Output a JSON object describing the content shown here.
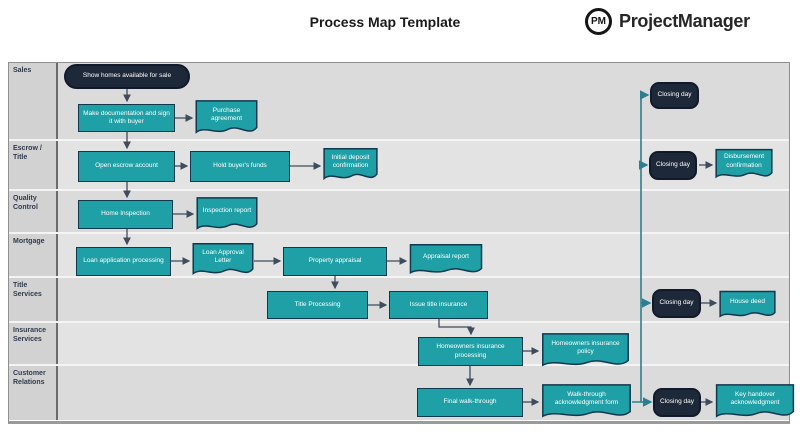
{
  "header": {
    "title": "Process Map Template",
    "logo_monogram": "PM",
    "brand": "ProjectManager"
  },
  "lanes": [
    {
      "label": "Sales"
    },
    {
      "label": "Escrow / Title"
    },
    {
      "label": "Quality Control"
    },
    {
      "label": "Mortgage"
    },
    {
      "label": "Title Services"
    },
    {
      "label": "Insurance Services"
    },
    {
      "label": "Customer Relations"
    }
  ],
  "nodes": {
    "show_homes": "Show homes available for sale",
    "make_documentation": "Make documentation and sign it with buyer",
    "purchase_agreement": "Purchase agreement",
    "closing_day_sales": "Closing day",
    "open_escrow": "Open escrow account",
    "hold_funds": "Hold buyer's funds",
    "initial_deposit": "Initial deposit confirmation",
    "closing_day_escrow": "Closing day",
    "disbursement": "Disbursement confirmation",
    "home_inspection": "Home Inspection",
    "inspection_report": "Inspection report",
    "loan_processing": "Loan application processing",
    "loan_letter": "Loan Approval Letter",
    "property_appraisal": "Property appraisal",
    "appraisal_report": "Appraisal report",
    "title_processing": "Title Processing",
    "issue_title": "Issue title insurance",
    "closing_day_title": "Closing day",
    "house_deed": "House deed",
    "insurance_processing": "Homeowners insurance processing",
    "insurance_policy": "Homeowners insurance policy",
    "final_walkthrough": "Final walk-through",
    "walkthrough_form": "Walk-through acknowledgment form",
    "closing_day_customer": "Closing day",
    "key_handover": "Key handover acknowledgment"
  },
  "colors": {
    "teal_shape": "#1fa0a6",
    "navy_shape": "#1d2939",
    "shape_border": "#11384d",
    "connector_dark": "#3e4c5c",
    "connector_teal": "#2c7f90",
    "lane_gray": "#dbdbdb",
    "lane_gray_alt": "#e3e3e3",
    "label_cell_gray": "#d2d2d2"
  }
}
